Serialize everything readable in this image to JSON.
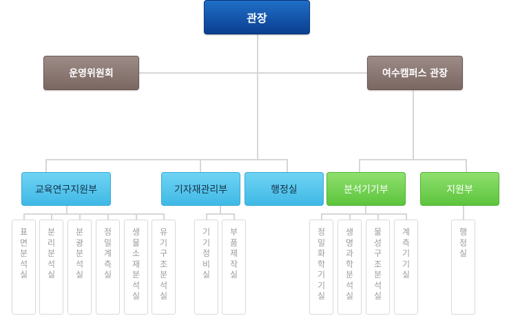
{
  "root": "관장",
  "level2": {
    "left": "운영위원회",
    "right": "여수캠퍼스 관장"
  },
  "departments": {
    "edu": "교육연구지원부",
    "equip": "기자재관리부",
    "admin": "행정실",
    "analysis": "분석기기부",
    "support": "지원부"
  },
  "teams": {
    "edu": [
      "표면분석실",
      "분리분석실",
      "분광분석실",
      "정밀계측실",
      "생물소재분석실",
      "유기구조분석실"
    ],
    "equip": [
      "기기정비실",
      "부품제작실"
    ],
    "analysis": [
      "정밀화학기기실",
      "생명과학분석실",
      "물성구조분석실",
      "계측기기실"
    ],
    "support": [
      "행정실"
    ]
  },
  "colors": {
    "root": "#0a4a9e",
    "level2": "#8a7772",
    "dept_blue": "#4fc3ec",
    "dept_green": "#6fd14c",
    "connector": "#d6d6d6"
  }
}
